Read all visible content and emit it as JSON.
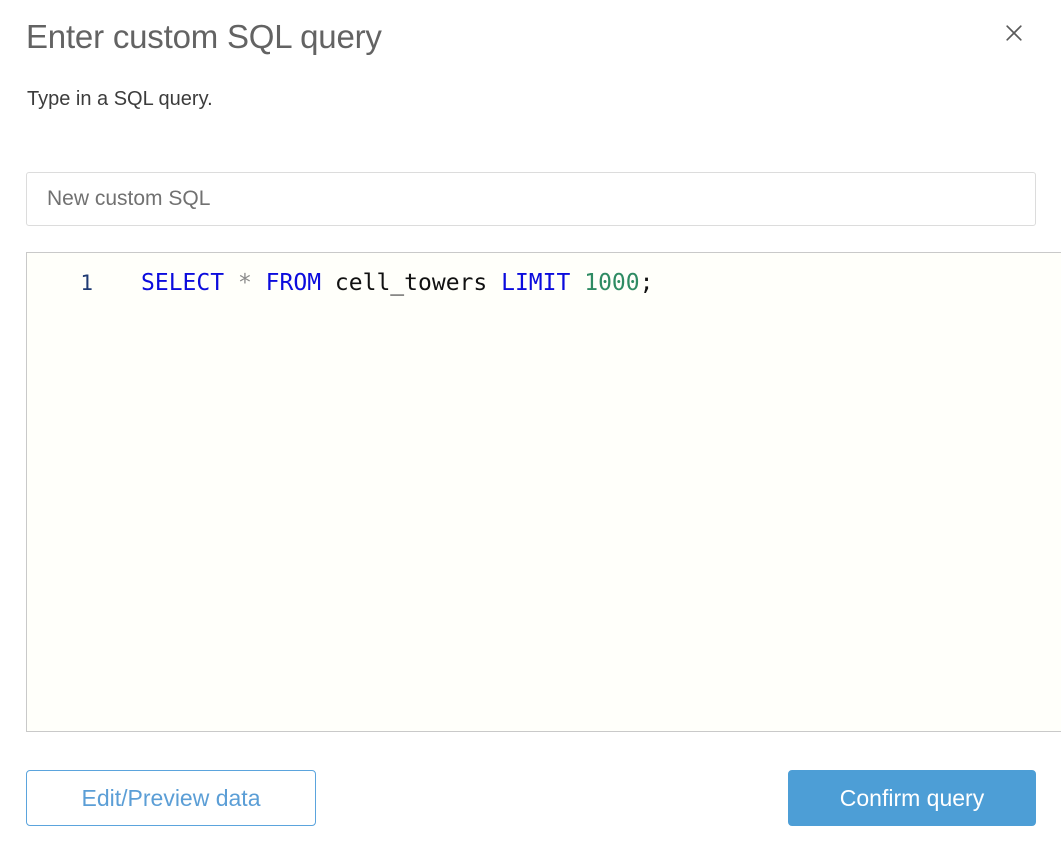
{
  "dialog": {
    "title": "Enter custom SQL query",
    "subtitle": "Type in a SQL query.",
    "close_icon": "close-icon"
  },
  "name_field": {
    "value": "New custom SQL",
    "placeholder": "New custom SQL"
  },
  "editor": {
    "line_numbers": [
      "1"
    ],
    "code_plain": "SELECT * FROM cell_towers LIMIT 1000;",
    "tokens": [
      {
        "text": "SELECT",
        "type": "keyword"
      },
      {
        "text": " ",
        "type": "plain"
      },
      {
        "text": "*",
        "type": "operator"
      },
      {
        "text": " ",
        "type": "plain"
      },
      {
        "text": "FROM",
        "type": "keyword"
      },
      {
        "text": " ",
        "type": "plain"
      },
      {
        "text": "cell_towers",
        "type": "identifier"
      },
      {
        "text": " ",
        "type": "plain"
      },
      {
        "text": "LIMIT",
        "type": "keyword"
      },
      {
        "text": " ",
        "type": "plain"
      },
      {
        "text": "1000",
        "type": "number"
      },
      {
        "text": ";",
        "type": "punctuation"
      }
    ]
  },
  "footer": {
    "secondary_label": "Edit/Preview data",
    "primary_label": "Confirm query"
  },
  "colors": {
    "accent": "#4d9ed6",
    "accent_border": "#5ba4dd",
    "title_text": "#636363",
    "subtitle_text": "#3c3c3c",
    "keyword": "#0b0bdd",
    "number": "#2e8b63",
    "operator": "#8b8b8b",
    "gutter": "#1f3a73",
    "editor_bg": "#fffffa",
    "editor_border": "#c9c9c9",
    "input_border": "#dcdcdc"
  }
}
